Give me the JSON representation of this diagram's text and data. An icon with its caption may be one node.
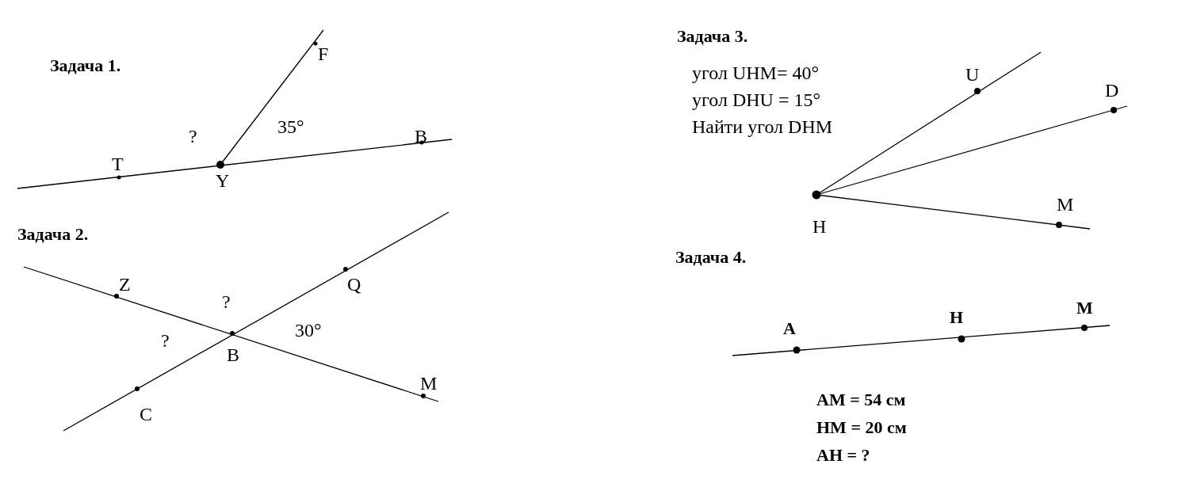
{
  "diagram": {
    "labels": [
      "Задача 1.",
      "F",
      "35°",
      "?",
      "B",
      "T",
      "Y",
      "Задача 2.",
      "Z",
      "?",
      "Q",
      "?",
      "30°",
      "B",
      "M",
      "C",
      "Задача 3.",
      "угол UHM= 40°",
      "угол DHU = 15°",
      "Найти угол DHM",
      "U",
      "D",
      "M",
      "H",
      "Задача 4.",
      "A",
      "H",
      "M",
      "AM = 54 см",
      "HM = 20 см",
      "AH = ?"
    ]
  }
}
